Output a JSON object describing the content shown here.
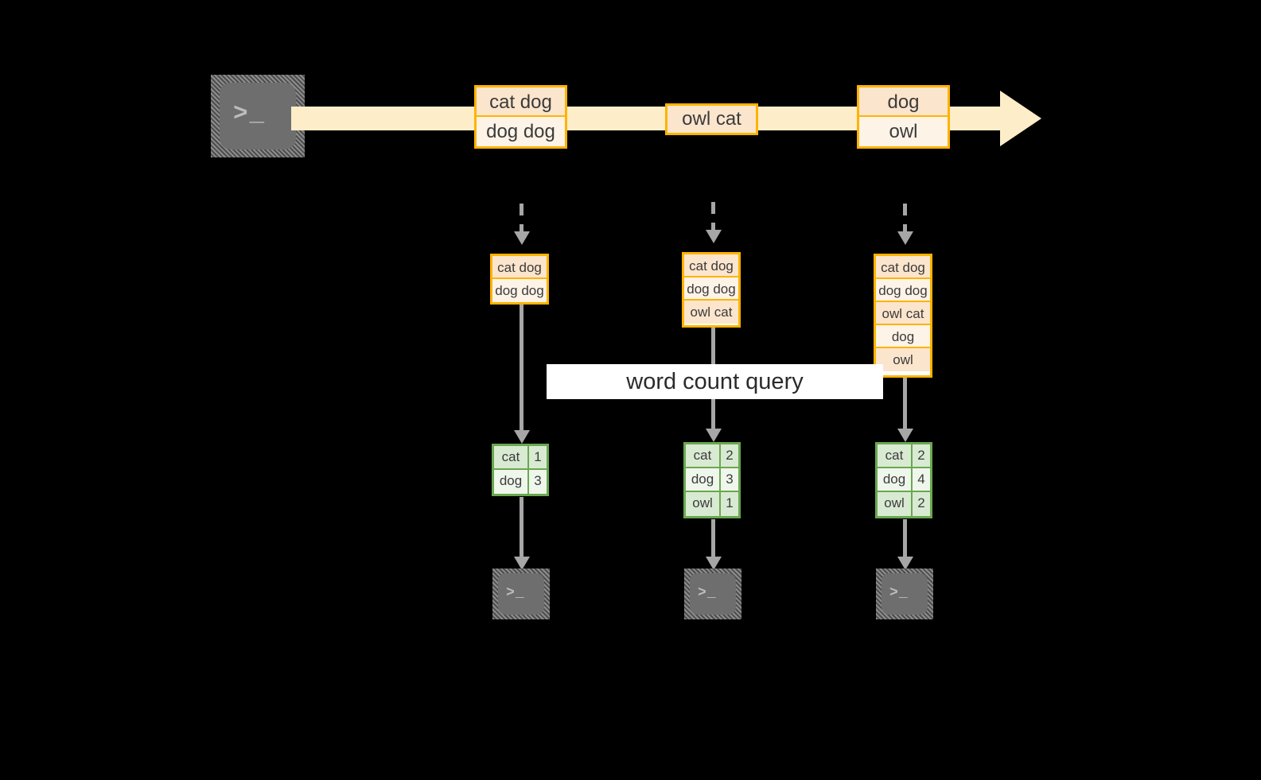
{
  "diagram": {
    "title": "word count query",
    "colors": {
      "background": "#000000",
      "stream_band": "#fdedc8",
      "record_border": "#ffb300",
      "record_fill_dark": "#fce5cd",
      "record_fill_light": "#fdf3e7",
      "result_border": "#6aa84f",
      "result_fill_dark": "#d9ead3",
      "result_fill_light": "#eff7ec",
      "arrow_grey": "#a6a6a6",
      "terminal_grey": "#6e6e6e"
    }
  },
  "source": {
    "icon": "terminal-icon",
    "prompt": ">_"
  },
  "stream": {
    "icon": "right-arrow-icon",
    "records": [
      {
        "lines": [
          "cat dog",
          "dog dog"
        ]
      },
      {
        "lines": [
          "owl cat"
        ]
      },
      {
        "lines": [
          "dog",
          "owl"
        ]
      }
    ]
  },
  "stages": [
    {
      "accumulated": [
        "cat dog",
        "dog dog"
      ],
      "result": {
        "rows": [
          {
            "word": "cat",
            "count": "1"
          },
          {
            "word": "dog",
            "count": "3"
          }
        ]
      },
      "sink": {
        "icon": "terminal-icon",
        "prompt": ">_"
      }
    },
    {
      "accumulated": [
        "cat dog",
        "dog dog",
        "owl cat"
      ],
      "result": {
        "rows": [
          {
            "word": "cat",
            "count": "2"
          },
          {
            "word": "dog",
            "count": "3"
          },
          {
            "word": "owl",
            "count": "1"
          }
        ]
      },
      "sink": {
        "icon": "terminal-icon",
        "prompt": ">_"
      }
    },
    {
      "accumulated": [
        "cat dog",
        "dog dog",
        "owl cat",
        "dog",
        "owl"
      ],
      "result": {
        "rows": [
          {
            "word": "cat",
            "count": "2"
          },
          {
            "word": "dog",
            "count": "4"
          },
          {
            "word": "owl",
            "count": "2"
          }
        ]
      },
      "sink": {
        "icon": "terminal-icon",
        "prompt": ">_"
      }
    }
  ],
  "query_label": "word count query"
}
